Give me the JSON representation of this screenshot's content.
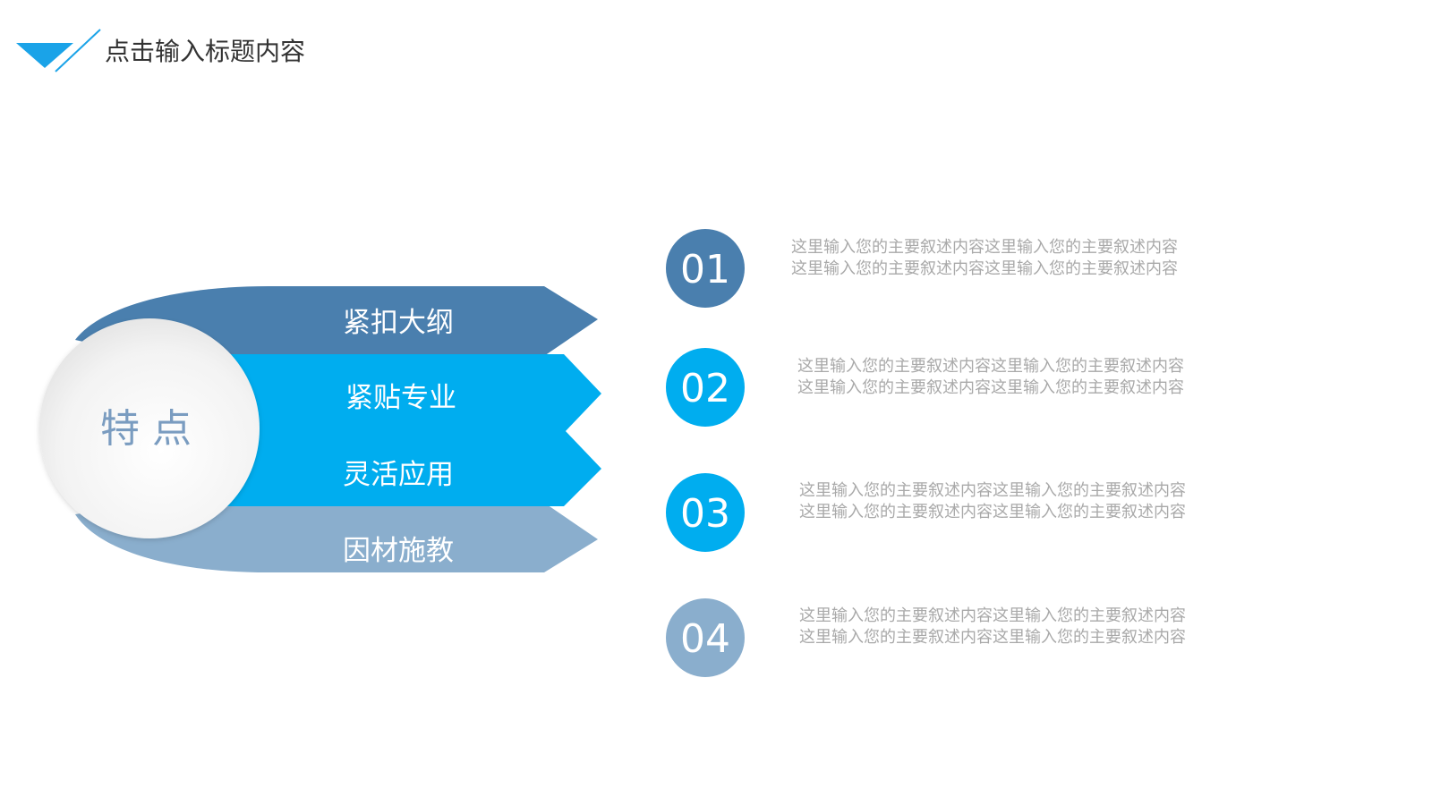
{
  "header": {
    "title": "点击输入标题内容"
  },
  "center": {
    "label": "特 点"
  },
  "bands": [
    {
      "label": "紧扣大纲",
      "color": "#4a7fae"
    },
    {
      "label": "紧贴专业",
      "color": "#00adef"
    },
    {
      "label": "灵活应用",
      "color": "#00adef"
    },
    {
      "label": "因材施教",
      "color": "#8aaecd"
    }
  ],
  "items": [
    {
      "number": "01",
      "color": "#4a7fae",
      "line1": "这里输入您的主要叙述内容这里输入您的主要叙述内容",
      "line2": "这里输入您的主要叙述内容这里输入您的主要叙述内容"
    },
    {
      "number": "02",
      "color": "#00adef",
      "line1": "这里输入您的主要叙述内容这里输入您的主要叙述内容",
      "line2": "这里输入您的主要叙述内容这里输入您的主要叙述内容"
    },
    {
      "number": "03",
      "color": "#00adef",
      "line1": "这里输入您的主要叙述内容这里输入您的主要叙述内容",
      "line2": "这里输入您的主要叙述内容这里输入您的主要叙述内容"
    },
    {
      "number": "04",
      "color": "#8aaecd",
      "line1": "这里输入您的主要叙述内容这里输入您的主要叙述内容",
      "line2": "这里输入您的主要叙述内容这里输入您的主要叙述内容"
    }
  ],
  "colors": {
    "accent": "#1aa3e8",
    "title_text": "#333333",
    "body_text": "#a9a9a9"
  }
}
